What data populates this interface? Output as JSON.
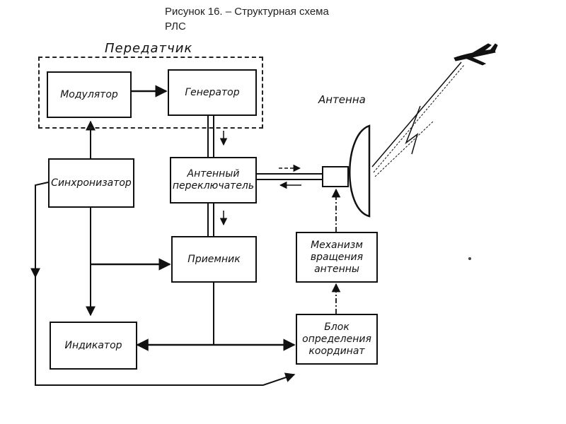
{
  "caption": {
    "line1": "Рисунок 16.   – Структурная схема",
    "line2": "РЛС"
  },
  "transmitter_group": {
    "title": "Передатчик"
  },
  "blocks": {
    "modulator": "Модулятор",
    "generator": "Генератор",
    "synchronizer": "Синхронизатор",
    "antenna_switch_line1": "Антенный",
    "antenna_switch_line2": "переключатель",
    "receiver": "Приемник",
    "indicator": "Индикатор",
    "rotation_line1": "Механизм",
    "rotation_line2": "вращения",
    "rotation_line3": "антенны",
    "coords_line1": "Блок",
    "coords_line2": "определения",
    "coords_line3": "координат"
  },
  "antenna": {
    "label": "Антенна"
  },
  "icons": [
    "aircraft-icon",
    "antenna-dish-icon",
    "radar-beam-icon"
  ]
}
